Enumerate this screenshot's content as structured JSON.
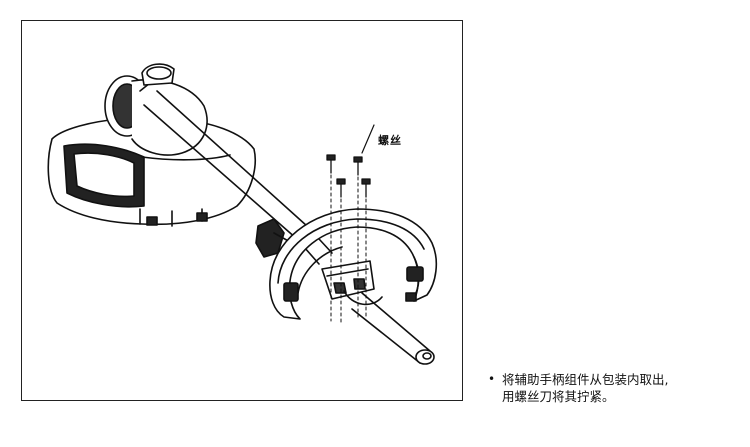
{
  "figure": {
    "callout_label": "螺丝"
  },
  "instruction": {
    "bullet": "•",
    "line1": "将辅助手柄组件从包装内取出,",
    "line2": "用螺丝刀将其拧紧。"
  }
}
